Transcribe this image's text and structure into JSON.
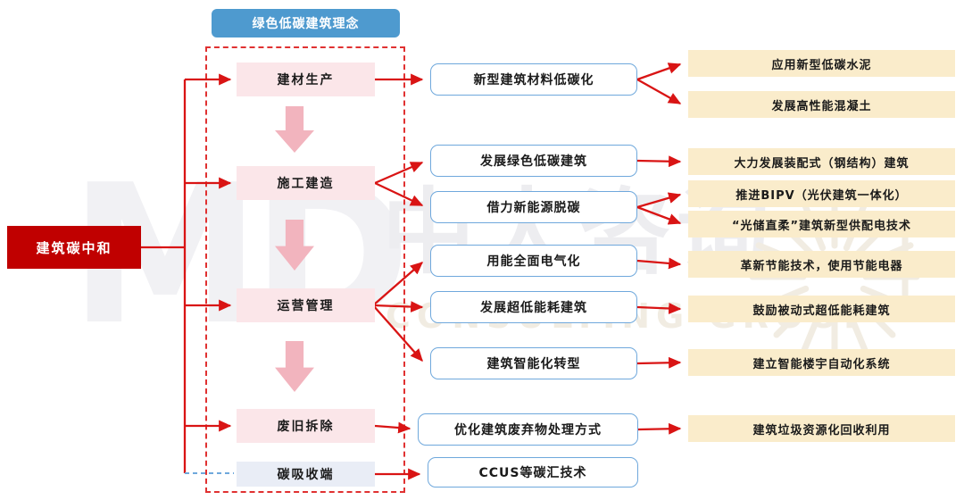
{
  "title": "绿色低碳建筑理念",
  "root_label": "建筑碳中和",
  "watermark": {
    "logo": "MD",
    "company_cn": "中大咨询",
    "company_en": "CONSULTING GROUP"
  },
  "stages": [
    {
      "label": "建材生产"
    },
    {
      "label": "施工建造"
    },
    {
      "label": "运营管理"
    },
    {
      "label": "废旧拆除"
    },
    {
      "label": "碳吸收端"
    }
  ],
  "measures": [
    {
      "label": "新型建筑材料低碳化"
    },
    {
      "label": "发展绿色低碳建筑"
    },
    {
      "label": "借力新能源脱碳"
    },
    {
      "label": "用能全面电气化"
    },
    {
      "label": "发展超低能耗建筑"
    },
    {
      "label": "建筑智能化转型"
    },
    {
      "label": "优化建筑废弃物处理方式"
    },
    {
      "label": "CCUS等碳汇技术"
    }
  ],
  "actions": [
    {
      "label": "应用新型低碳水泥"
    },
    {
      "label": "发展高性能混凝土"
    },
    {
      "label": "大力发展装配式（钢结构）建筑"
    },
    {
      "label": "推进BIPV（光伏建筑一体化）"
    },
    {
      "label": "“光储直柔”建筑新型供配电技术"
    },
    {
      "label": "革新节能技术，使用节能电器"
    },
    {
      "label": "鼓励被动式超低能耗建筑"
    },
    {
      "label": "建立智能楼宇自动化系统"
    },
    {
      "label": "建筑垃圾资源化回收利用"
    }
  ],
  "colors": {
    "root_red": "#c00000",
    "arrow_red": "#d91414",
    "stage_pink": "#fbe6e9",
    "block_arrow_pink": "#f2b4be",
    "title_blue": "#4e9acf",
    "measure_border_blue": "#6fa8dc",
    "action_tan": "#faeccb",
    "absorb_fill": "#e9edf6",
    "dashed_frame_red": "#e03131",
    "dashed_link_blue": "#6fa8dc"
  }
}
